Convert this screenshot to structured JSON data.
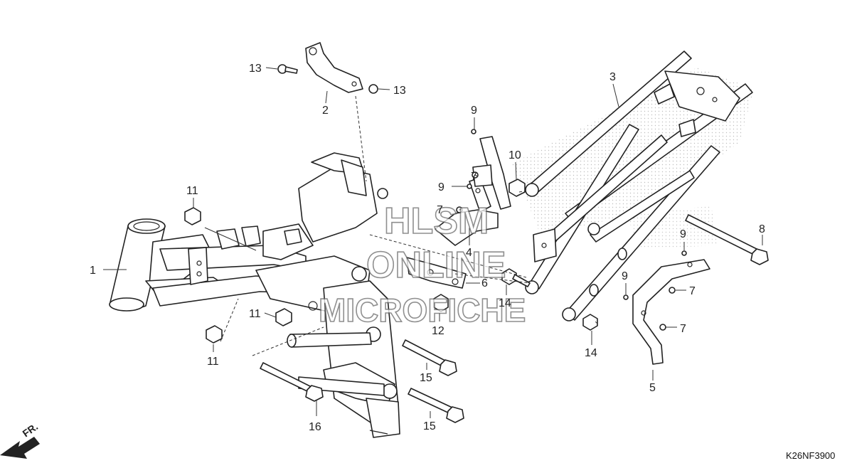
{
  "diagram": {
    "callouts": [
      {
        "id": "c1",
        "text": "1"
      },
      {
        "id": "c2",
        "text": "2"
      },
      {
        "id": "c3",
        "text": "3"
      },
      {
        "id": "c4",
        "text": "4"
      },
      {
        "id": "c5",
        "text": "5"
      },
      {
        "id": "c6",
        "text": "6"
      },
      {
        "id": "c7a",
        "text": "7"
      },
      {
        "id": "c7b",
        "text": "7"
      },
      {
        "id": "c7c",
        "text": "7"
      },
      {
        "id": "c7d",
        "text": "7"
      },
      {
        "id": "c8",
        "text": "8"
      },
      {
        "id": "c9a",
        "text": "9"
      },
      {
        "id": "c9b",
        "text": "9"
      },
      {
        "id": "c9c",
        "text": "9"
      },
      {
        "id": "c9d",
        "text": "9"
      },
      {
        "id": "c10",
        "text": "10"
      },
      {
        "id": "c11a",
        "text": "11"
      },
      {
        "id": "c11b",
        "text": "11"
      },
      {
        "id": "c11c",
        "text": "11"
      },
      {
        "id": "c12",
        "text": "12"
      },
      {
        "id": "c13a",
        "text": "13"
      },
      {
        "id": "c13b",
        "text": "13"
      },
      {
        "id": "c14a",
        "text": "14"
      },
      {
        "id": "c14b",
        "text": "14"
      },
      {
        "id": "c15a",
        "text": "15"
      },
      {
        "id": "c15b",
        "text": "15"
      },
      {
        "id": "c16",
        "text": "16"
      }
    ],
    "watermark": [
      "HLSM",
      "ONLINE",
      "MICROFICHE"
    ],
    "front_label": "FR.",
    "diagram_code": "K26NF3900",
    "colors": {
      "line": "#222222",
      "watermark_outline": "#6a6a6a",
      "background": "#ffffff"
    }
  }
}
